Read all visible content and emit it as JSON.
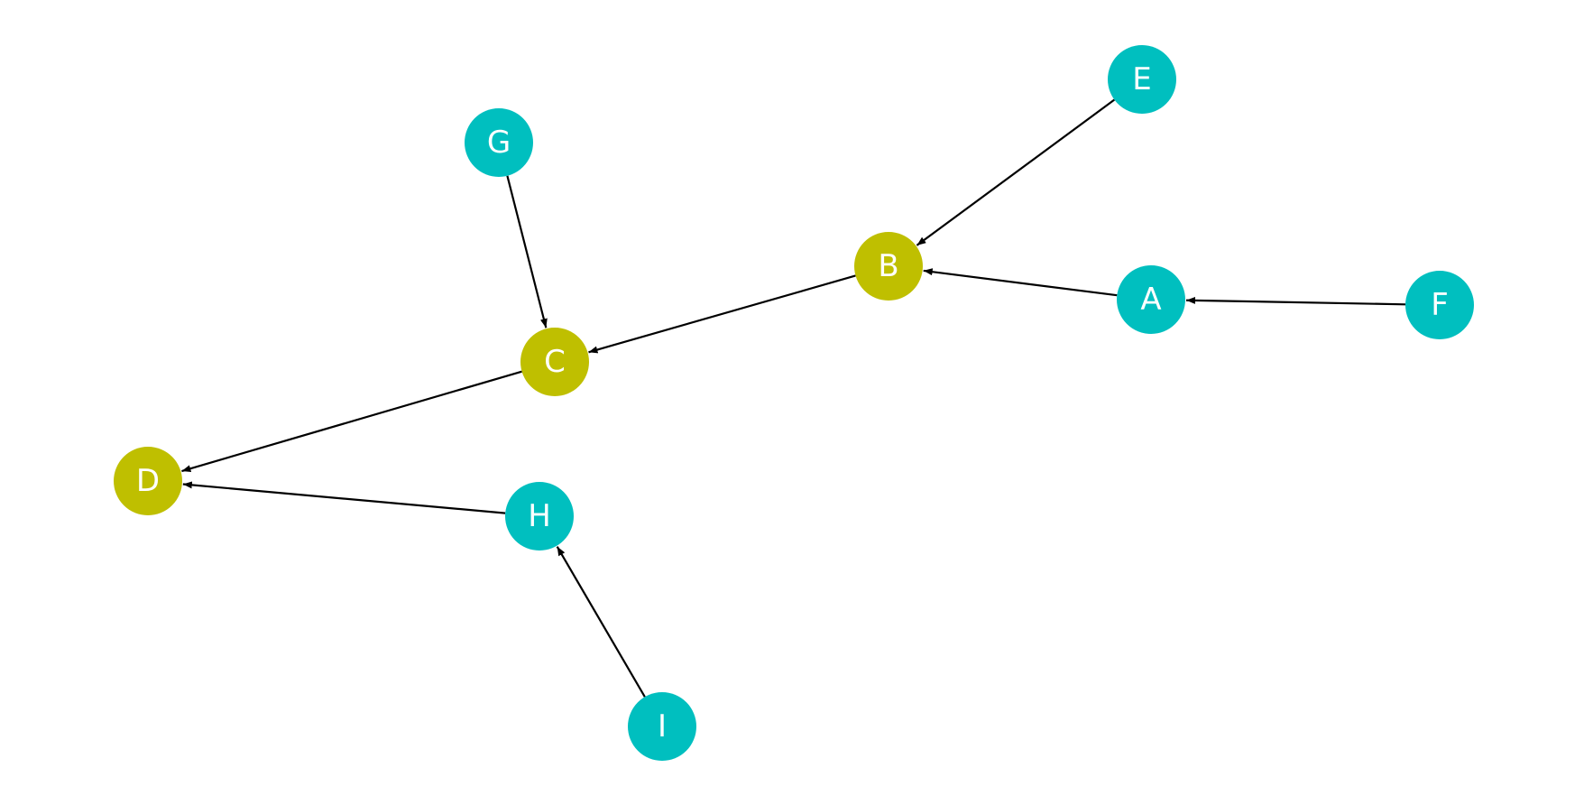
{
  "diagram": {
    "colors": {
      "highlighted": "#bfbf00",
      "default": "#00bfbf",
      "edge": "#000000",
      "label": "#ffffff"
    },
    "nodes": [
      {
        "id": "A",
        "label": "A",
        "group": "default"
      },
      {
        "id": "B",
        "label": "B",
        "group": "highlighted"
      },
      {
        "id": "C",
        "label": "C",
        "group": "highlighted"
      },
      {
        "id": "D",
        "label": "D",
        "group": "highlighted"
      },
      {
        "id": "E",
        "label": "E",
        "group": "default"
      },
      {
        "id": "F",
        "label": "F",
        "group": "default"
      },
      {
        "id": "G",
        "label": "G",
        "group": "default"
      },
      {
        "id": "H",
        "label": "H",
        "group": "default"
      },
      {
        "id": "I",
        "label": "I",
        "group": "default"
      }
    ],
    "edges": [
      {
        "from": "E",
        "to": "B"
      },
      {
        "from": "A",
        "to": "B"
      },
      {
        "from": "F",
        "to": "A"
      },
      {
        "from": "B",
        "to": "C"
      },
      {
        "from": "G",
        "to": "C"
      },
      {
        "from": "C",
        "to": "D"
      },
      {
        "from": "H",
        "to": "D"
      },
      {
        "from": "I",
        "to": "H"
      }
    ]
  }
}
